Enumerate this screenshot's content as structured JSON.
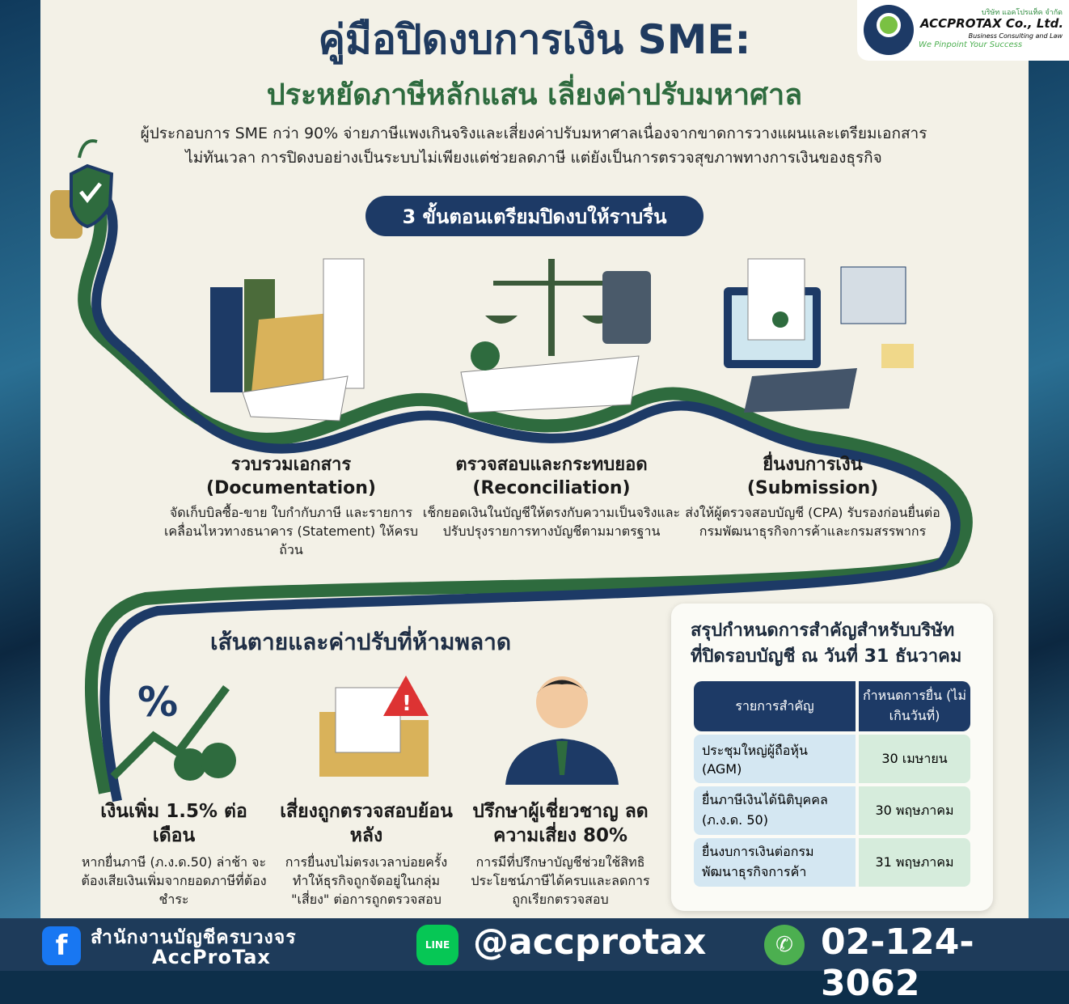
{
  "logo": {
    "thai": "บริษัท แอคโปรแท็ค จำกัด",
    "name": "ACCPROTAX Co., Ltd.",
    "tagline1": "Business Consulting and Law",
    "tagline2": "We Pinpoint Your Success"
  },
  "header": {
    "title": "คู่มือปิดงบการเงิน SME:",
    "subtitle": "ประหยัดภาษีหลักแสน เลี่ยงค่าปรับมหาศาล",
    "intro_line1": "ผู้ประกอบการ SME กว่า 90% จ่ายภาษีแพงเกินจริงและเสี่ยงค่าปรับมหาศาลเนื่องจากขาดการวางแผนและเตรียมเอกสาร",
    "intro_line2": "ไม่ทันเวลา การปิดงบอย่างเป็นระบบไม่เพียงแต่ช่วยลดภาษี แต่ยังเป็นการตรวจสุขภาพทางการเงินของธุรกิจ"
  },
  "banner": "3 ขั้นตอนเตรียมปิดงบให้ราบรื่น",
  "steps": [
    {
      "title": "รวบรวมเอกสาร",
      "subtitle": "(Documentation)",
      "desc": "จัดเก็บบิลซื้อ-ขาย ใบกำกับภาษี และรายการเคลื่อนไหวทางธนาคาร (Statement) ให้ครบถ้วน",
      "icon": "folder-documents-icon"
    },
    {
      "title": "ตรวจสอบและกระทบยอด",
      "subtitle": "(Reconciliation)",
      "desc": "เช็กยอดเงินในบัญชีให้ตรงกับความเป็นจริงและปรับปรุงรายการทางบัญชีตามมาตรฐาน",
      "icon": "scale-calculator-icon"
    },
    {
      "title": "ยื่นงบการเงิน",
      "subtitle": "(Submission)",
      "desc": "ส่งให้ผู้ตรวจสอบบัญชี (CPA) รับรองก่อนยื่นต่อกรมพัฒนาธุรกิจการค้าและกรมสรรพากร",
      "icon": "computer-submit-icon"
    }
  ],
  "penalties": {
    "title": "เส้นตายและค่าปรับที่ห้ามพลาด",
    "items": [
      {
        "title": "เงินเพิ่ม 1.5% ต่อเดือน",
        "desc": "หากยื่นภาษี (ภ.ง.ด.50) ล่าช้า จะต้องเสียเงินเพิ่มจากยอดภาษีที่ต้องชำระ",
        "icon": "percent-growth-icon"
      },
      {
        "title": "เสี่ยงถูกตรวจสอบย้อนหลัง",
        "desc": "การยื่นงบไม่ตรงเวลาบ่อยครั้ง ทำให้ธุรกิจถูกจัดอยู่ในกลุ่ม \"เสี่ยง\" ต่อการถูกตรวจสอบ",
        "icon": "folder-warning-icon"
      },
      {
        "title": "ปรึกษาผู้เชี่ยวชาญ ลดความเสี่ยง 80%",
        "desc": "การมีที่ปรึกษาบัญชีช่วยใช้สิทธิประโยชน์ภาษีได้ครบและลดการถูกเรียกตรวจสอบ",
        "icon": "consultant-icon"
      }
    ]
  },
  "summary": {
    "title_line1": "สรุปกำหนดการสำคัญสำหรับบริษัท",
    "title_line2": "ที่ปิดรอบบัญชี ณ วันที่ 31 ธันวาคม",
    "headers": [
      "รายการสำคัญ",
      "กำหนดการยื่น (ไม่เกินวันที่)"
    ],
    "rows": [
      [
        "ประชุมใหญ่ผู้ถือหุ้น (AGM)",
        "30 เมษายน"
      ],
      [
        "ยื่นภาษีเงินได้นิติบุคคล (ภ.ง.ด. 50)",
        "30 พฤษภาคม"
      ],
      [
        "ยื่นงบการเงินต่อกรมพัฒนาธุรกิจการค้า",
        "31 พฤษภาคม"
      ]
    ]
  },
  "footer": {
    "office": "สำนักงานบัญชีครบวงจร",
    "brand": "AccProTax",
    "line": "@accprotax",
    "phone": "02-124-3062",
    "fb_icon": "f",
    "line_icon": "LINE"
  },
  "colors": {
    "navy": "#1d3a66",
    "green": "#2e6b3e",
    "footer": "#1e3b5a"
  }
}
